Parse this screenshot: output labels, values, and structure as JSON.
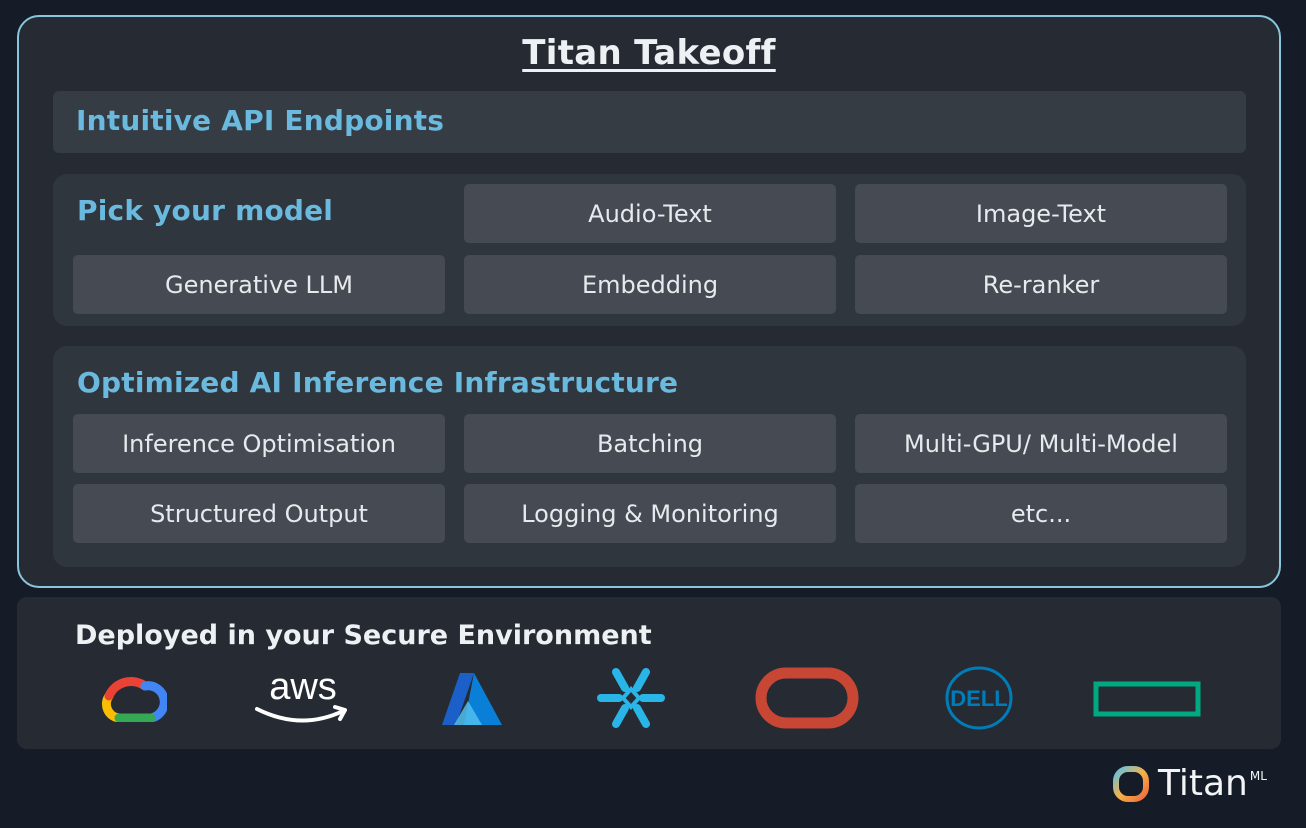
{
  "title": "Titan Takeoff",
  "api": {
    "label": "Intuitive API Endpoints"
  },
  "models": {
    "heading": "Pick your model",
    "items": [
      "Audio-Text",
      "Image-Text",
      "Generative LLM",
      "Embedding",
      "Re-ranker"
    ]
  },
  "infrastructure": {
    "heading": "Optimized AI Inference Infrastructure",
    "items": [
      "Inference Optimisation",
      "Batching",
      "Multi-GPU/ Multi-Model",
      "Structured Output",
      "Logging & Monitoring",
      "etc..."
    ]
  },
  "deployment": {
    "heading": "Deployed in your Secure Environment",
    "logos": [
      {
        "name": "google-cloud-icon"
      },
      {
        "name": "aws-icon",
        "text": "aws"
      },
      {
        "name": "azure-icon"
      },
      {
        "name": "snowflake-icon"
      },
      {
        "name": "oracle-icon"
      },
      {
        "name": "dell-icon",
        "text": "DELL"
      },
      {
        "name": "hpe-icon"
      }
    ]
  },
  "brand": {
    "name": "Titan",
    "suffix": "ML"
  },
  "colors": {
    "background": "#161c27",
    "panel": "#262b33",
    "accent_blue": "#6ab9de",
    "frame_border": "#88c6dd",
    "oracle_red": "#c74634",
    "hpe_green": "#01a982",
    "azure_blue": "#0a7fd8",
    "dell_blue": "#007db8",
    "snowflake_blue": "#29b5e8"
  }
}
